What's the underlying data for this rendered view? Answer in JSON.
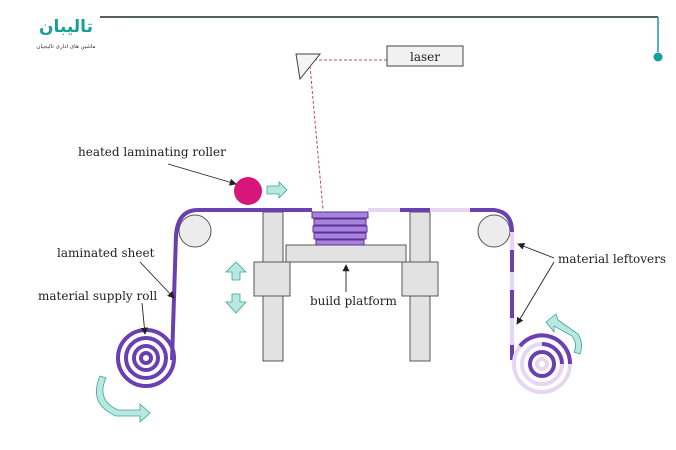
{
  "brand": {
    "name": "تالیبان",
    "tagline": "ماشین های اداری تالیجیان",
    "color": "#1a9e9a"
  },
  "labels": {
    "laser": "laser",
    "heated_roller": "heated laminating roller",
    "laminated_sheet": "laminated sheet",
    "material_supply_roll": "material supply roll",
    "build_platform": "build platform",
    "material_leftovers": "material leftovers"
  },
  "colors": {
    "sheet": "#6a3fb0",
    "sheet_light": "#e6d6f2",
    "roller": "#d6167a",
    "arrow": "#b8e8e0",
    "arrow_stroke": "#3aa598",
    "frame": "#e2e2e2",
    "laser_beam": "#c0407a"
  }
}
